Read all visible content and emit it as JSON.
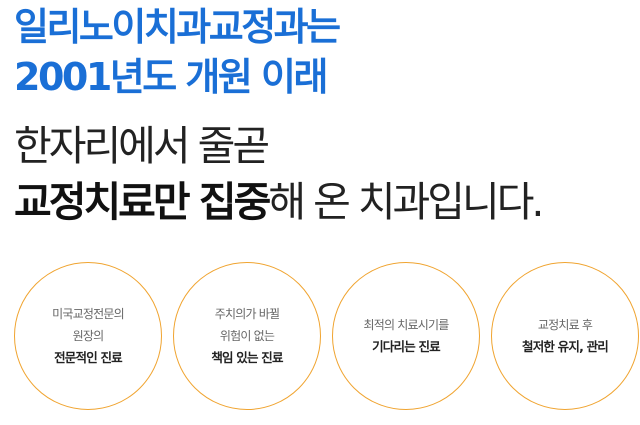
{
  "headline": {
    "line1": "일리노이치과교정과는",
    "line2": "2001년도 개원 이래"
  },
  "subline": {
    "line1": "한자리에서 줄곧",
    "line2_bold": "교정치료만 집중",
    "line2_rest": "해 온 치과입니다."
  },
  "features": [
    {
      "lines": [
        "미국교정전문의",
        "원장의"
      ],
      "bold": "전문적인 진료"
    },
    {
      "lines": [
        "주치의가 바뀔",
        "위험이 없는"
      ],
      "bold": "책임 있는 진료"
    },
    {
      "lines": [
        "최적의 치료시기를"
      ],
      "bold": "기다리는 진료"
    },
    {
      "lines": [
        "교정치료 후"
      ],
      "bold": "철저한 유지, 관리"
    }
  ],
  "colors": {
    "headline": "#1a6fd6",
    "circle_border": "#f0a430"
  }
}
